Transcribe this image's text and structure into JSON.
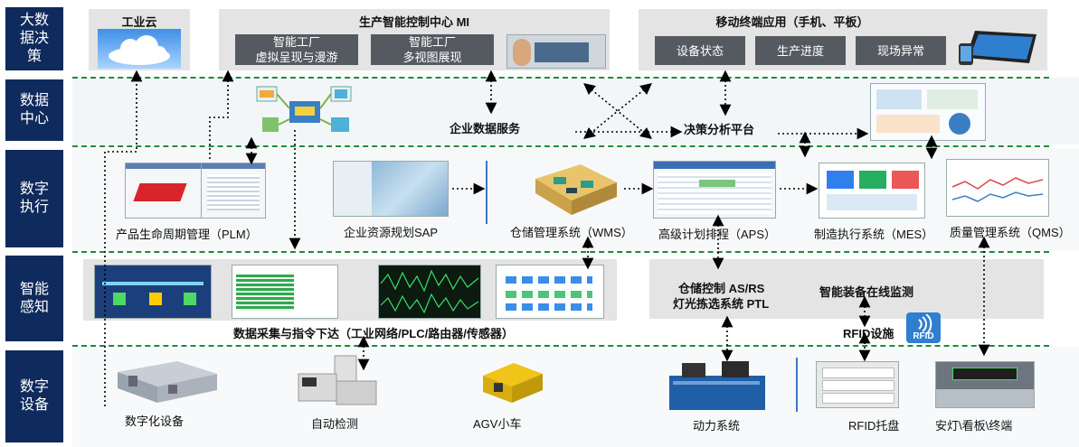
{
  "layers": {
    "decision": "大数\n据决\n策",
    "data_center": "数据\n中心",
    "execution": "数字\n执行",
    "sensing": "智能\n感知",
    "devices": "数字\n设备"
  },
  "decision": {
    "cloud": "工业云",
    "mi_title": "生产智能控制中心 MI",
    "mi_btn1": "智能工厂\n虚拟呈现与漫游",
    "mi_btn2": "智能工厂\n多视图展现",
    "mobile_title": "移动终端应用（手机、平板）",
    "mobile_btn1": "设备状态",
    "mobile_btn2": "生产进度",
    "mobile_btn3": "现场异常"
  },
  "data_center": {
    "enterprise_data": "企业数据服务",
    "decision_platform": "决策分析平台"
  },
  "execution": {
    "plm": "产品生命周期管理（PLM）",
    "sap": "企业资源规划SAP",
    "wms": "仓储管理系统（WMS）",
    "aps": "高级计划排程（APS）",
    "mes": "制造执行系统（MES）",
    "qms": "质量管理系统（QMS）"
  },
  "sensing": {
    "acquisition": "数据采集与指令下达（工业网络/PLC/路由器/传感器）",
    "storage_control": "仓储控制 AS/RS",
    "light_picking": "灯光拣选系统 PTL",
    "online_monitor": "智能装备在线监测",
    "rfid_facility": "RFID设施",
    "rfid_logo": "RFID"
  },
  "devices": {
    "digital_equipment": "数字化设备",
    "auto_inspection": "自动检测",
    "agv": "AGV小车",
    "power_system": "动力系统",
    "rfid_tray": "RFID托盘",
    "andon": "安灯\\看板\\终端"
  },
  "colors": {
    "layer_label": "#0f2a5c",
    "dashed_line": "#1f8a3a",
    "button": "#555a60",
    "panel": "#e4e4e4"
  }
}
